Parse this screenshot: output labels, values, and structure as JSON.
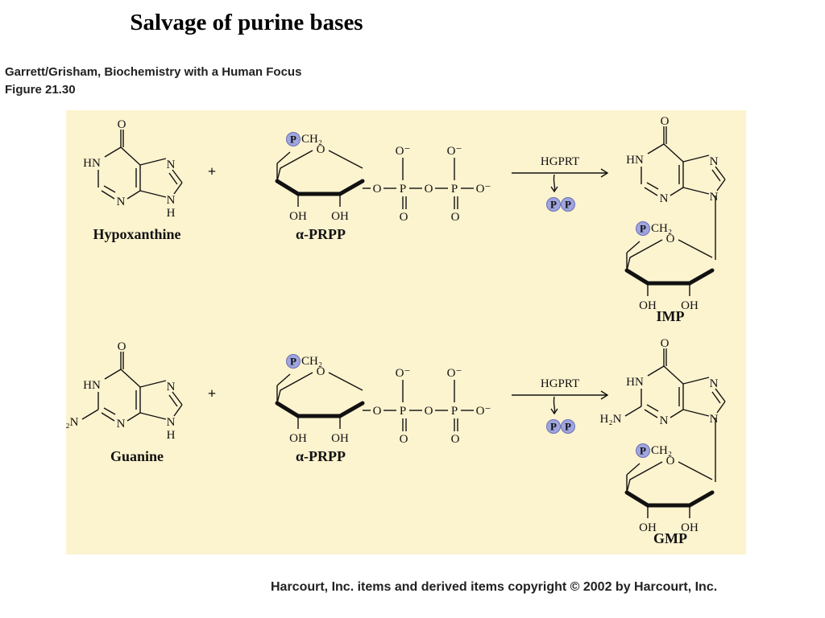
{
  "slide": {
    "title": "Salvage of purine bases"
  },
  "source": {
    "line1": "Garrett/Grisham, Biochemistry with a Human Focus",
    "line2": "Figure 21.30"
  },
  "footer": {
    "copyright": "Harcourt, Inc. items and derived items copyright © 2002 by Harcourt, Inc."
  },
  "reactions": [
    {
      "substrate": "Hypoxanthine",
      "cosubstrate": "α-PRPP",
      "enzyme": "HGPRT",
      "byproduct_symbol": "P",
      "product": "IMP",
      "plus": "+"
    },
    {
      "substrate": "Guanine",
      "cosubstrate": "α-PRPP",
      "enzyme": "HGPRT",
      "byproduct_symbol": "P",
      "product": "GMP",
      "plus": "+"
    }
  ],
  "atoms": {
    "O": "O",
    "N": "N",
    "HN": "HN",
    "H": "H",
    "OH": "OH",
    "H2N": "H₂N",
    "CH2": "CH₂",
    "P": "P",
    "O_minus": "O⁻"
  },
  "colors": {
    "panel": "#fcf3cf",
    "phosphate": "#9fa5de"
  }
}
